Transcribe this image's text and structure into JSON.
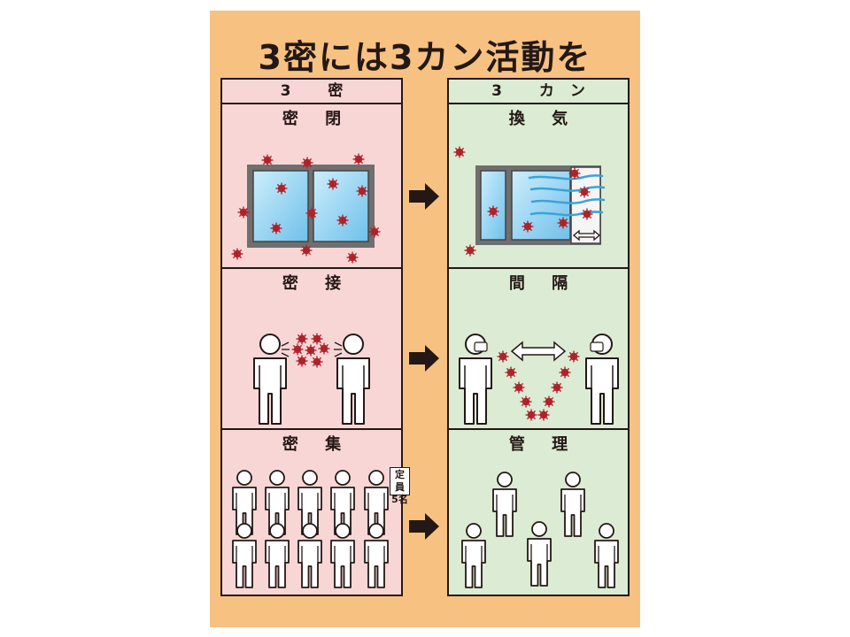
{
  "title": "3密には3カン活動を",
  "left_panel": {
    "header": "3 密",
    "sections": [
      {
        "label": "密 閉"
      },
      {
        "label": "密 接"
      },
      {
        "label": "密 集"
      }
    ]
  },
  "right_panel": {
    "header": "3 カン",
    "sections": [
      {
        "label": "換 気"
      },
      {
        "label": "間 隔"
      },
      {
        "label": "管 理"
      }
    ]
  },
  "capacity_sign": {
    "line1": "定員",
    "line2": "5名"
  },
  "colors": {
    "background": "#f7c182",
    "left_panel": "#f9d6d6",
    "right_panel": "#dcebd3",
    "virus": "#b0222b",
    "arrow": "#231815",
    "glass": "#8fd0ef"
  },
  "icons": [
    "virus-icon",
    "window-icon",
    "person-icon",
    "right-arrow-icon",
    "double-arrow-icon",
    "airflow-icon",
    "mask-icon"
  ]
}
